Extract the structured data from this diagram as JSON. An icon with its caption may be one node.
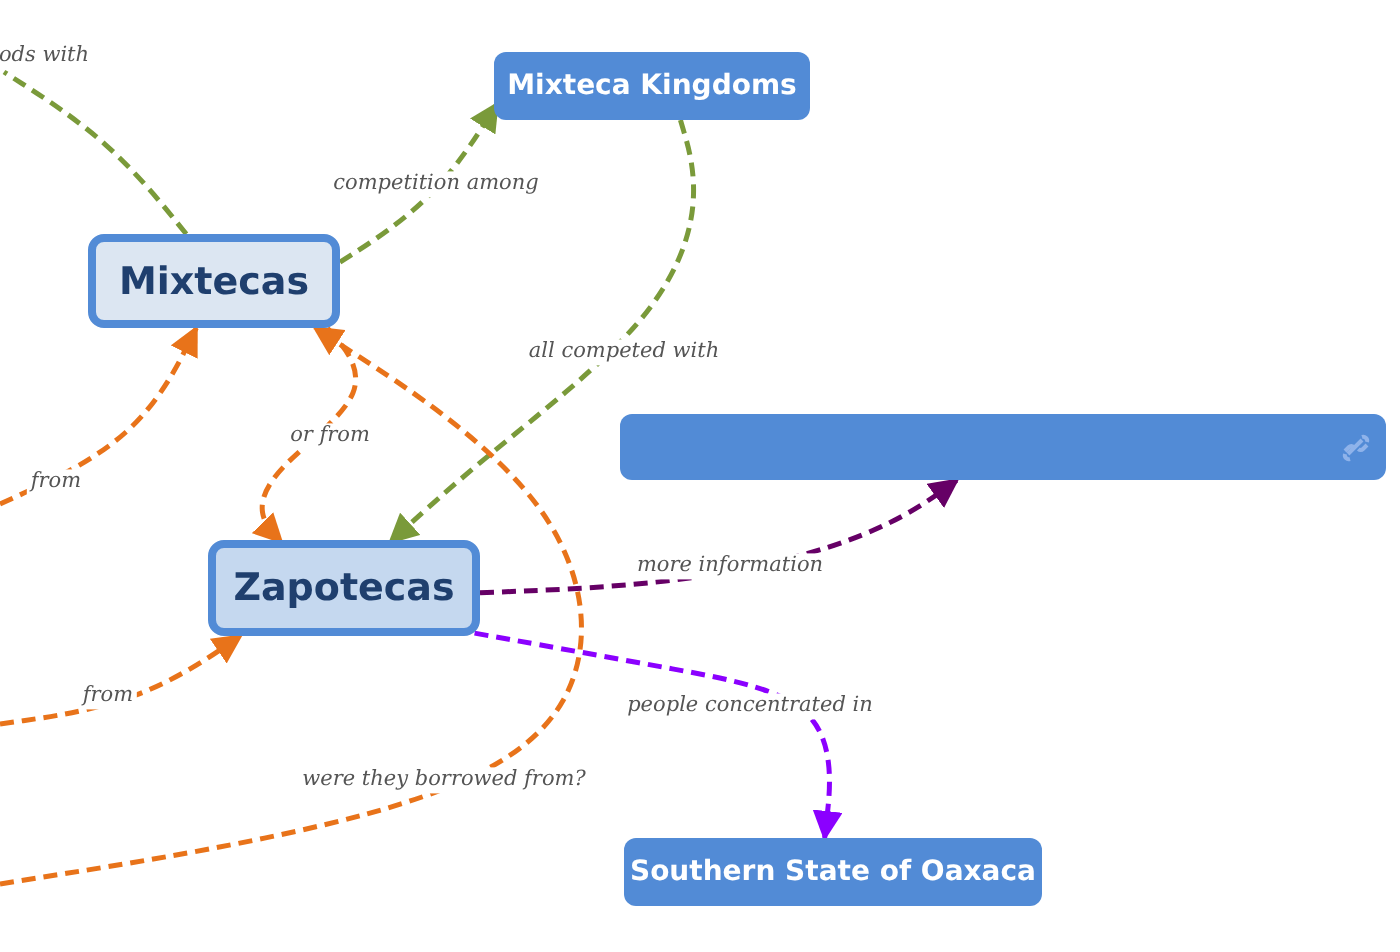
{
  "diagram": {
    "nodes": [
      {
        "text": [
          "Mixteca Kingdoms"
        ]
      },
      {
        "text": [
          "Mixtecas"
        ]
      },
      {
        "text": [
          "Zapotecas"
        ]
      },
      {
        "text": [],
        "shape": "box"
      },
      {
        "text": [
          "Southern State of Oaxaca"
        ]
      }
    ],
    "edges": [
      {
        "from": 1,
        "to": null,
        "arrow": "none",
        "label": "ods with",
        "color": "#7a9a3a"
      },
      {
        "from": 1,
        "to": 0,
        "arrow": "to",
        "label": "competition among",
        "color": "#7a9a3a"
      },
      {
        "from": 0,
        "to": 2,
        "arrow": "to",
        "label": "all competed with",
        "color": "#7a9a3a"
      },
      {
        "from": null,
        "to": 1,
        "arrow": "to",
        "label": "from"
      },
      {
        "from": 1,
        "to": 2,
        "arrow": "to",
        "label": "or from"
      },
      {
        "from": null,
        "to": 1,
        "arrow": "to",
        "label": "were they borrowed from?"
      },
      {
        "from": null,
        "to": 2,
        "arrow": "to",
        "label": "from"
      },
      {
        "from": 2,
        "to": 3,
        "arrow": "to",
        "label": "more information",
        "color": "#660066"
      },
      {
        "from": 2,
        "to": 4,
        "arrow": "to",
        "label": "people concentrated in",
        "color": "#8b00ff"
      }
    ]
  }
}
